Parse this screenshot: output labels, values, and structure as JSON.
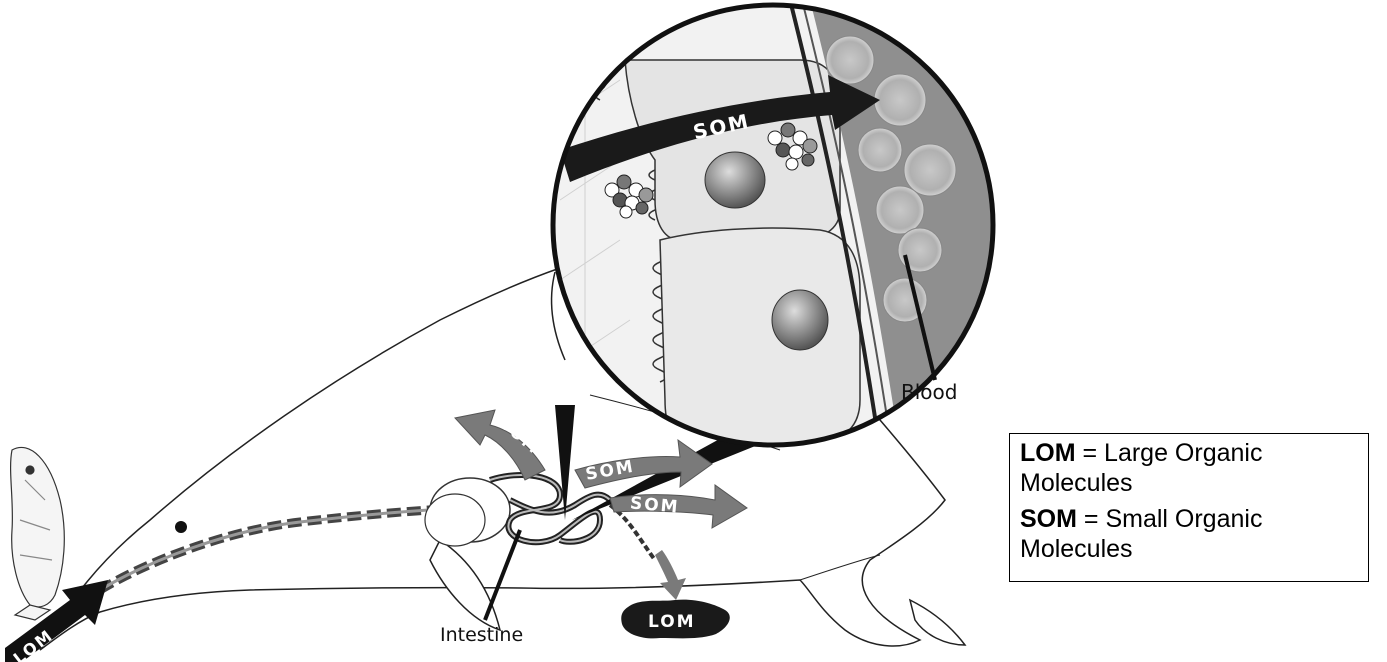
{
  "labels": {
    "blood": "Blood",
    "intestine": "Intestine"
  },
  "arrows": {
    "cell_som": "SOM",
    "som_1": "SOM",
    "som_2": "SOM",
    "som_3": "SOM",
    "lom_in": "LOM",
    "lom_out": "LOM"
  },
  "legend": {
    "lom_abbr": "LOM",
    "lom_def": " = Large Organic Molecules",
    "som_abbr": "SOM",
    "som_def": " = Small Organic Molecules"
  },
  "colors": {
    "arrow_dark": "#1a1a1a",
    "arrow_gray": "#7a7a7a",
    "outline": "#222222",
    "cell_fill": "#e6e6e6",
    "blood_fill": "#9a9a9a"
  }
}
